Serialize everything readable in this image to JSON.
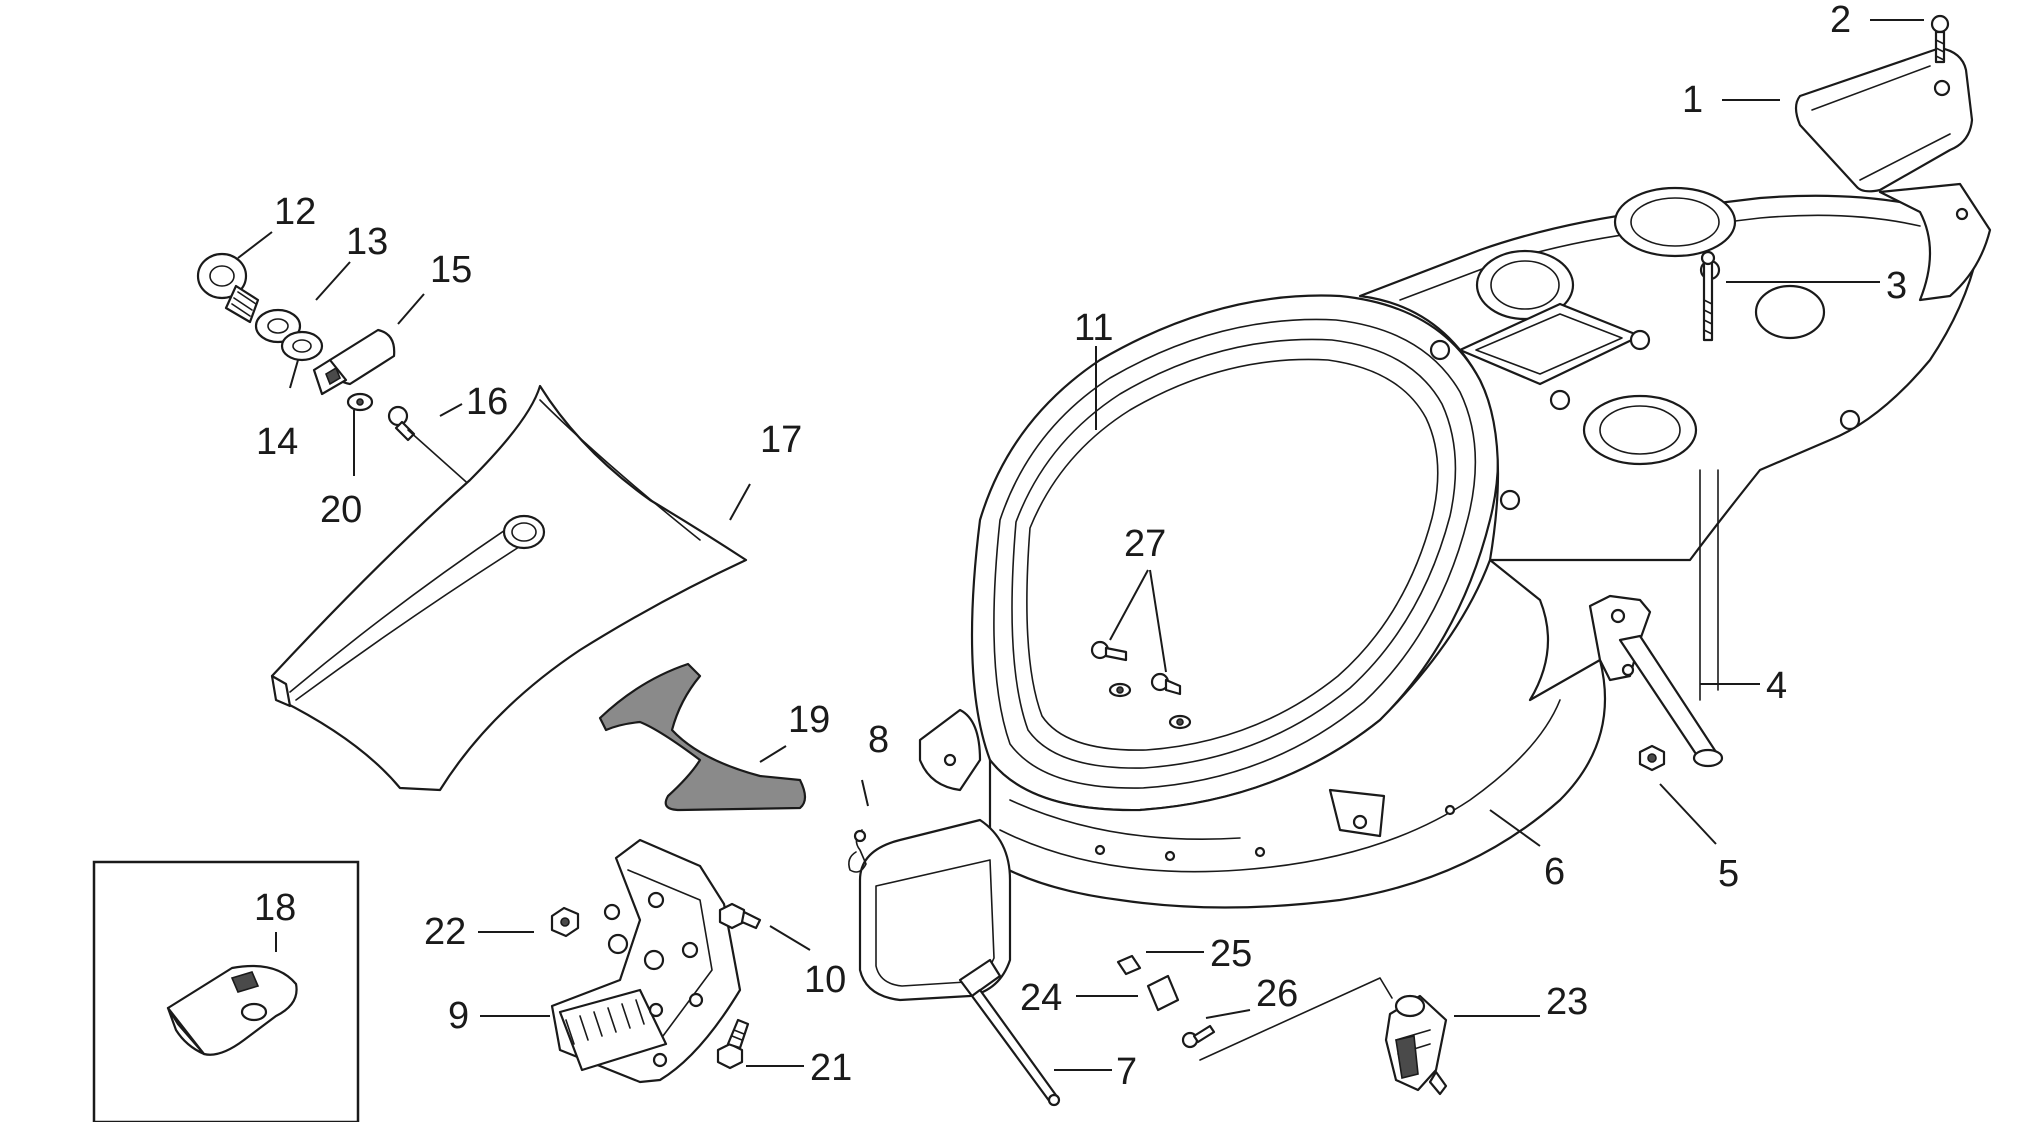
{
  "callouts": [
    {
      "id": "1",
      "label": "1"
    },
    {
      "id": "2",
      "label": "2"
    },
    {
      "id": "3",
      "label": "3"
    },
    {
      "id": "4",
      "label": "4"
    },
    {
      "id": "5",
      "label": "5"
    },
    {
      "id": "6",
      "label": "6"
    },
    {
      "id": "7",
      "label": "7"
    },
    {
      "id": "8",
      "label": "8"
    },
    {
      "id": "9",
      "label": "9"
    },
    {
      "id": "10",
      "label": "10"
    },
    {
      "id": "11",
      "label": "11"
    },
    {
      "id": "12",
      "label": "12"
    },
    {
      "id": "13",
      "label": "13"
    },
    {
      "id": "14",
      "label": "14"
    },
    {
      "id": "15",
      "label": "15"
    },
    {
      "id": "16",
      "label": "16"
    },
    {
      "id": "17",
      "label": "17"
    },
    {
      "id": "18",
      "label": "18"
    },
    {
      "id": "19",
      "label": "19"
    },
    {
      "id": "20",
      "label": "20"
    },
    {
      "id": "21",
      "label": "21"
    },
    {
      "id": "22",
      "label": "22"
    },
    {
      "id": "23",
      "label": "23"
    },
    {
      "id": "24",
      "label": "24"
    },
    {
      "id": "25",
      "label": "25"
    },
    {
      "id": "26",
      "label": "26"
    },
    {
      "id": "27",
      "label": "27"
    }
  ],
  "colors": {
    "line": "#1a1a1a",
    "fill": "#ffffff",
    "grey_part": "#8a8a8a"
  }
}
